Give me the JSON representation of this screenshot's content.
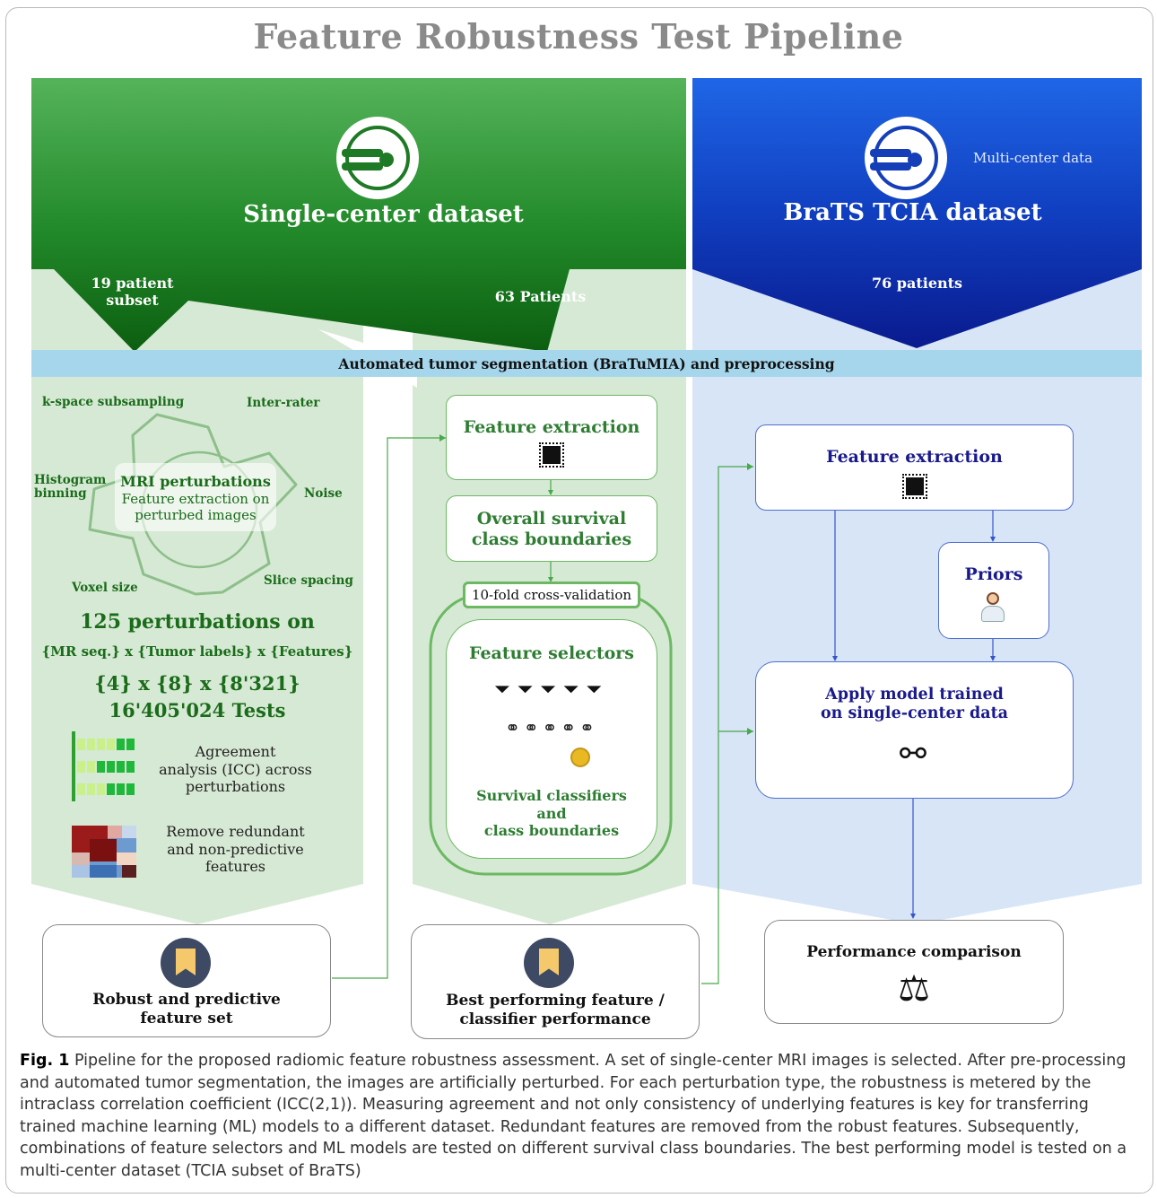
{
  "title": "Feature Robustness Test Pipeline",
  "single_center": {
    "name": "Single-center dataset",
    "subset": "19 patient\nsubset",
    "patients": "63 Patients"
  },
  "brats": {
    "name": "BraTS TCIA dataset",
    "note": "Multi-center data",
    "patients": "76 patients"
  },
  "segmentation_bar": "Automated tumor segmentation (BraTuMIA) and preprocessing",
  "perturbation": {
    "labels": {
      "kspace": "k-space subsampling",
      "interrater": "Inter-rater",
      "histogram": "Histogram\nbinning",
      "noise": "Noise",
      "voxel": "Voxel size",
      "slice": "Slice spacing"
    },
    "center_title": "MRI  perturbations",
    "center_sub": "Feature extraction on\nperturbed images",
    "count_line": "125 perturbations on",
    "dims_line": "{MR seq.} x {Tumor labels} x {Features}",
    "nums_line": "{4} x {8} x {8'321}",
    "tests_line": "16'405'024 Tests",
    "agreement": "Agreement\nanalysis (ICC) across\nperturbations",
    "remove": "Remove redundant\nand non-predictive\nfeatures"
  },
  "middle": {
    "feature_extraction": "Feature extraction",
    "survival_boundaries": "Overall survival\nclass boundaries",
    "cv_label": "10-fold cross-validation",
    "feature_selectors": "Feature selectors",
    "classifiers": "Survival classifiers\nand\nclass boundaries"
  },
  "right": {
    "feature_extraction": "Feature extraction",
    "priors": "Priors",
    "apply_model": "Apply model trained\non single-center data",
    "performance_comparison": "Performance comparison"
  },
  "outputs": {
    "robust_set": "Robust and predictive\nfeature set",
    "best_performing": "Best performing feature /\nclassifier performance"
  },
  "caption": {
    "fig_label": "Fig. 1",
    "text": " Pipeline for the proposed radiomic feature robustness assessment. A set of single-center MRI images is selected. After pre-processing and automated tumor segmentation, the images are artificially perturbed. For each perturbation type, the robustness is metered by the intraclass correlation coefficient (ICC(2,1)). Measuring agreement and not only consistency of underlying features is key for transferring trained machine learning (ML) models to a different dataset. Redundant features are removed from the robust features. Subsequently, combinations of feature selectors and ML models are tested on different survival class boundaries. The best performing model is tested on a multi-center dataset (TCIA subset of BraTS)"
  },
  "colors": {
    "green_dark": "#0d5d0d",
    "green_light": "#d6e9d4",
    "blue_dark": "#0a1a9c",
    "blue_light": "#d7e5f7",
    "seg_bar": "#a6d6ec"
  }
}
